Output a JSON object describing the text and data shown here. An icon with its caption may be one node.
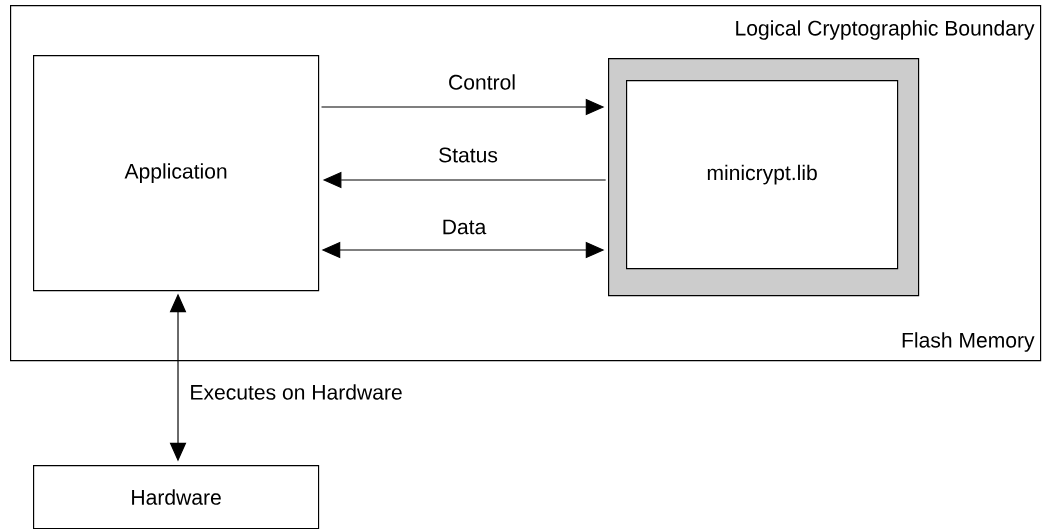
{
  "diagram": {
    "nodes": [
      {
        "text": [
          "Flash Memory"
        ]
      },
      {
        "text": [
          "Application"
        ],
        "in": 0
      },
      {
        "text": [
          "Logical Cryptographic Boundary"
        ],
        "in": 0
      },
      {
        "text": [
          "minicrypt.lib"
        ],
        "in": 2
      },
      {
        "text": [
          "Hardware"
        ]
      }
    ],
    "edges": [
      {
        "from": 1,
        "to": 2,
        "arrow": "to",
        "label": "Control"
      },
      {
        "from": 2,
        "to": 1,
        "arrow": "to",
        "label": "Status"
      },
      {
        "from": 1,
        "to": 2,
        "arrow": "both",
        "label": "Data"
      },
      {
        "from": 1,
        "to": 4,
        "arrow": "both",
        "label": "Executes on Hardware"
      }
    ]
  }
}
